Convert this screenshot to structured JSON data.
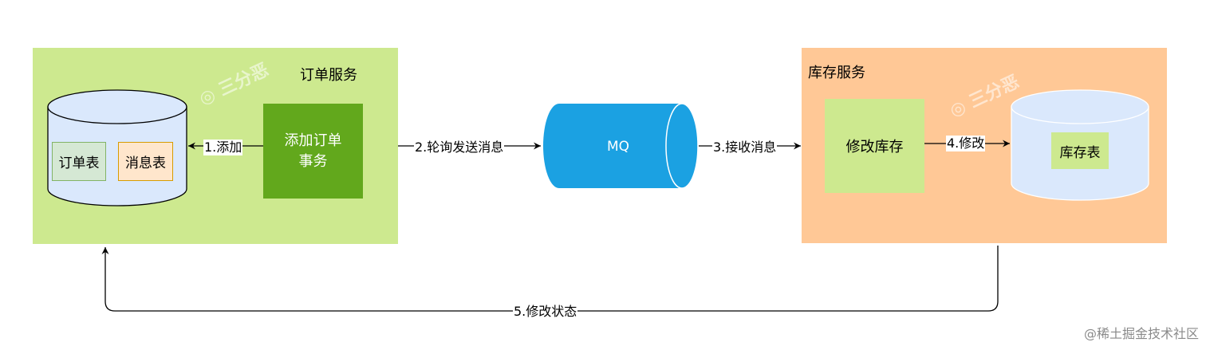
{
  "order_service": {
    "title": "订单服务",
    "transaction_box": "添加订单\n事务",
    "db_tables": [
      "订单表",
      "消息表"
    ]
  },
  "mq": {
    "label": "MQ"
  },
  "stock_service": {
    "title": "库存服务",
    "modify_box": "修改库存",
    "db_table": "库存表"
  },
  "edges": {
    "e1": "1.添加",
    "e2": "2.轮询发送消息",
    "e3": "3.接收消息",
    "e4": "4.修改",
    "e5": "5.修改状态"
  },
  "watermark": "@稀土掘金技术社区",
  "colors": {
    "order_service_bg": "#cde98f",
    "stock_service_bg": "#ffc896",
    "transaction_bg": "#62a81c",
    "mq_fill": "#1ba1e2",
    "db_fill": "#dae8fc"
  }
}
